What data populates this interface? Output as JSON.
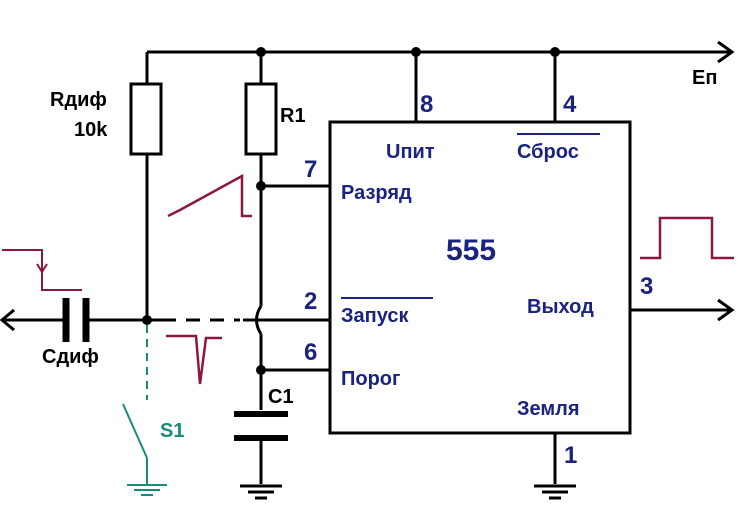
{
  "diagram": {
    "chip": {
      "name": "555",
      "pins": {
        "vcc": {
          "number": "8",
          "label": "Uпит"
        },
        "reset": {
          "number": "4",
          "label": "Сброс"
        },
        "discharge": {
          "number": "7",
          "label": "Разряд"
        },
        "trigger": {
          "number": "2",
          "label": "Запуск"
        },
        "threshold": {
          "number": "6",
          "label": "Порог"
        },
        "output": {
          "number": "3",
          "label": "Выход"
        },
        "ground": {
          "number": "1",
          "label": "Земля"
        }
      }
    },
    "supply_label": "Еп",
    "components": {
      "r_dif": {
        "name": "Rдиф",
        "value": "10k"
      },
      "r1": {
        "name": "R1"
      },
      "c1": {
        "name": "C1"
      },
      "c_dif": {
        "name": "Сдиф"
      },
      "s1": {
        "name": "S1"
      }
    },
    "colors": {
      "wire": "#000000",
      "pin_text": "#1a237e",
      "waveform": "#8b1a3a",
      "switch": "#1b8a7a"
    }
  }
}
